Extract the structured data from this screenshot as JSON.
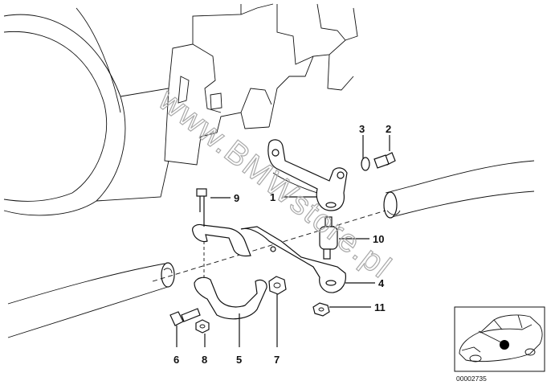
{
  "diagram": {
    "callouts": [
      {
        "id": "1",
        "label": "1"
      },
      {
        "id": "2",
        "label": "2"
      },
      {
        "id": "3",
        "label": "3"
      },
      {
        "id": "4",
        "label": "4"
      },
      {
        "id": "5",
        "label": "5"
      },
      {
        "id": "6",
        "label": "6"
      },
      {
        "id": "7",
        "label": "7"
      },
      {
        "id": "8",
        "label": "8"
      },
      {
        "id": "9",
        "label": "9"
      },
      {
        "id": "10",
        "label": "10"
      },
      {
        "id": "11",
        "label": "11"
      }
    ],
    "watermark": "www.BMWstore.pl",
    "inset": {
      "ref_number": "00002735"
    }
  }
}
